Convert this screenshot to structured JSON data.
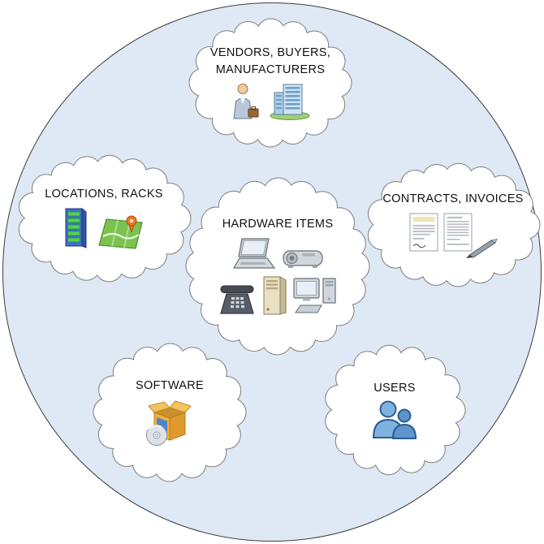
{
  "diagram": {
    "description": "System scope diagram: large circle containing clouds of entity groups",
    "colors": {
      "circle_fill": "#dfe9f5",
      "circle_stroke": "#3c3c3c",
      "cloud_fill": "#ffffff",
      "cloud_stroke": "#7f7f7f",
      "text": "#111111"
    },
    "clouds": {
      "vendors": {
        "label_line1": "VENDORS, BUYERS,",
        "label_line2": "MANUFACTURERS",
        "icons": [
          "businessman-icon",
          "office-building-icon"
        ]
      },
      "locations": {
        "label": "LOCATIONS, RACKS",
        "icons": [
          "server-rack-icon",
          "map-icon"
        ]
      },
      "hardware": {
        "label": "HARDWARE ITEMS",
        "icons": [
          "laptop-icon",
          "projector-icon",
          "desk-phone-icon",
          "server-tower-icon",
          "desktop-computer-icon"
        ]
      },
      "contracts": {
        "label": "CONTRACTS, INVOICES",
        "icons": [
          "contract-document-icon",
          "invoice-document-icon",
          "pen-icon"
        ]
      },
      "software": {
        "label": "SOFTWARE",
        "icons": [
          "software-box-icon",
          "cd-icon"
        ]
      },
      "users": {
        "label": "USERS",
        "icons": [
          "users-icon"
        ]
      }
    }
  }
}
